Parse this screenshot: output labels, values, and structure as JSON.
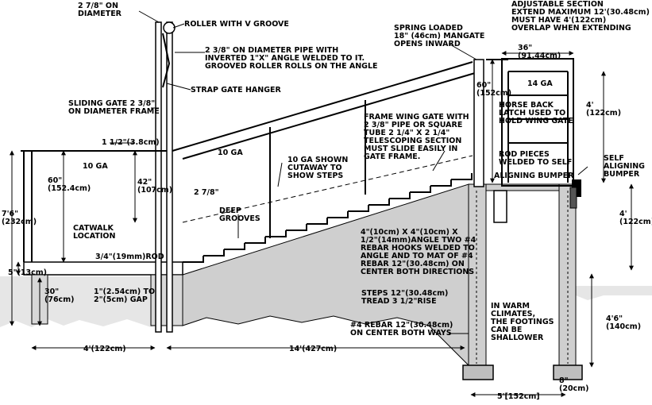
{
  "labels": {
    "pipe_diameter": [
      "2 7/8\" ON",
      "DIAMETER"
    ],
    "roller": "ROLLER WITH V GROOVE",
    "pipe_angle": [
      "2 3/8\" ON DIAMETER PIPE WITH",
      "INVERTED 1\"X\" ANGLE WELDED TO IT.",
      "GROOVED ROLLER ROLLS ON THE ANGLE"
    ],
    "strap_hanger": "STRAP GATE HANGER",
    "sliding_gate": [
      "SLIDING GATE 2 3/8\"",
      "ON DIAMETER FRAME"
    ],
    "rail_width": "1 1/2\"(3.8cm)",
    "ga10_left": "10 GA",
    "ga10_mid": "10 GA",
    "ga14": "14 GA",
    "h60_left": [
      "60\"",
      "(152.4cm)"
    ],
    "h42": [
      "42\"",
      "(107cm)"
    ],
    "pipe_278": "2 7/8\"",
    "h76": [
      "7'6\"",
      "(232cm)"
    ],
    "catwalk": [
      "CATWALK",
      "LOCATION"
    ],
    "rod": "3/4\"(19mm)ROD",
    "h5": "5\"(13cm)",
    "h30": [
      "30\"",
      "(76cm)"
    ],
    "gap": [
      "1\"(2.54cm) TO",
      "2\"(5cm) GAP"
    ],
    "w4": "4'(122cm)",
    "w14": "14'(427cm)",
    "deep_grooves": [
      "DEEP",
      "GROOVES"
    ],
    "cutaway": [
      "10 GA SHOWN",
      "CUTAWAY TO",
      "SHOW STEPS"
    ],
    "spring_gate": [
      "SPRING LOADED",
      "18\" (46cm) MANGATE",
      "OPENS INWARD"
    ],
    "frame_wing": [
      "FRAME WING GATE WITH",
      "2 3/8\" PIPE OR SQUARE",
      "TUBE 2 1/4\" X 2 1/4\"",
      "TELESCOPING SECTION",
      "MUST SLIDE EASILY IN",
      "GATE FRAME."
    ],
    "angle_note": [
      "4\"(10cm) X 4\"(10cm) X",
      "1/2\"(14mm)ANGLE TWO #4",
      "REBAR HOOKS WELDED TO",
      "ANGLE AND TO MAT OF #4",
      "REBAR 12\"(30.48cm)  ON",
      "CENTER BOTH DIRECTIONS"
    ],
    "steps": [
      "STEPS 12\"(30.48cm)",
      "TREAD 3 1/2\"RISE"
    ],
    "rebar": [
      "#4 REBAR 12\"(30.48cm)",
      "ON CENTER BOTH WAYS"
    ],
    "adjustable": [
      "ADJUSTABLE SECTION",
      "EXTEND MAXIMUM 12'(30.48cm)",
      "MUST HAVE 4'(122cm)",
      "OVERLAP WHEN EXTENDING"
    ],
    "w36": [
      "36\"",
      "(91.44cm)"
    ],
    "h60_right": [
      "60\"",
      "(152cm)"
    ],
    "h4_right": [
      "4'",
      "(122cm)"
    ],
    "horse_back": [
      "HORSE BACK",
      "LATCH USED TO",
      "HOLD WING GATE"
    ],
    "rod_pieces": [
      "ROD PIECES",
      "WELDED TO SELF"
    ],
    "aligning_bumper": "ALIGNING BUMPER",
    "self_aligning": [
      "SELF",
      "ALIGNING",
      "BUMPER"
    ],
    "h4_far": [
      "4'",
      "(122cm)"
    ],
    "warm_climates": [
      "IN WARM",
      "CLIMATES,",
      "THE FOOTINGS",
      "CAN BE",
      "SHALLOWER"
    ],
    "h46": [
      "4'6\"",
      "(140cm)"
    ],
    "w8": [
      "8\"",
      "(20cm)"
    ],
    "w5": "5'[152cm]"
  }
}
